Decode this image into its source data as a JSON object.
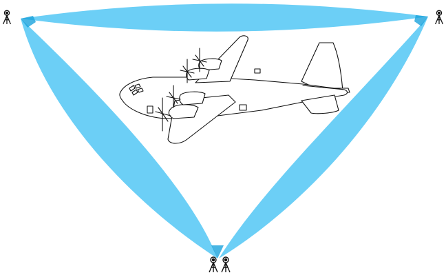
{
  "colors": {
    "beam": "#6ccff6",
    "beam_overlap": "#1aa3dc",
    "aircraft_fill": "#ffffff",
    "aircraft_stroke": "#111111",
    "tripod": "#111111",
    "background": "#ffffff"
  },
  "aircraft": {
    "type": "four-engine-turboprop-transport",
    "propellers": 4
  },
  "stations": [
    {
      "id": "top-left",
      "icon": "camera-tripod-icon",
      "count": 1
    },
    {
      "id": "top-right",
      "icon": "camera-tripod-icon",
      "count": 1
    },
    {
      "id": "bottom-left",
      "icon": "camera-tripod-icon",
      "count": 1
    },
    {
      "id": "bottom-right",
      "icon": "camera-tripod-icon",
      "count": 1
    }
  ],
  "beams": [
    {
      "id": "top-link",
      "from": "top-left",
      "to": "top-right"
    },
    {
      "id": "left-link",
      "from": "top-left",
      "to": "bottom-left"
    },
    {
      "id": "right-link",
      "from": "top-right",
      "to": "bottom-right"
    }
  ]
}
